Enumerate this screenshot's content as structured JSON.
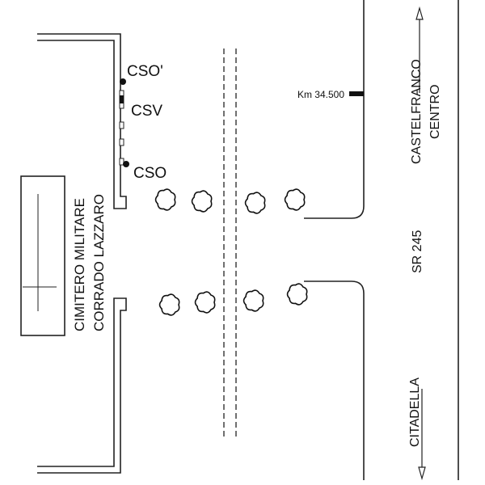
{
  "labels": {
    "cso_prime": "CSO'",
    "csv": "CSV",
    "cso": "CSO",
    "km_marker": "Km 34.500",
    "destination_north_line1": "CASTELFRANCO",
    "destination_north_line2": "CENTRO",
    "road_name": "SR 245",
    "destination_south": "CITADELLA",
    "cemetery_line1": "CIMITERO MILITARE",
    "cemetery_line2": "CORRADO LAZZARO"
  },
  "colors": {
    "ink": "#222222",
    "background": "#ffffff"
  }
}
